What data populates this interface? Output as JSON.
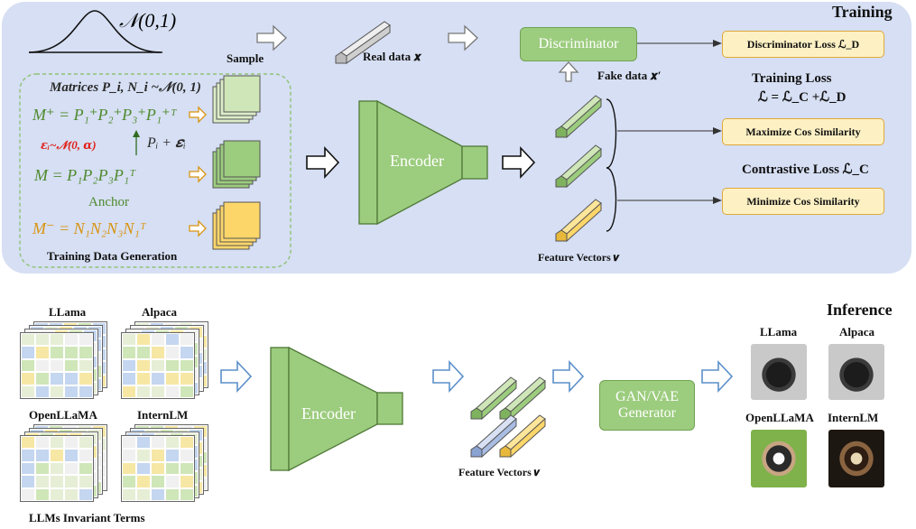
{
  "training": {
    "title": "Training",
    "normal_label": "𝒩(0,1)",
    "sample_label": "Sample",
    "real_data_label": "Real data 𝒙",
    "discriminator_label": "Discriminator",
    "fake_data_label": "Fake data 𝒙′",
    "disc_loss_label": "Discriminator Loss ℒ_D",
    "training_loss_title": "Training Loss",
    "training_loss_eq": "ℒ = ℒ_C +ℒ_D",
    "maximize_label": "Maximize Cos Similarity",
    "contrastive_label": "Contrastive Loss ℒ_C",
    "minimize_label": "Minimize Cos Similarity",
    "encoder_label": "Encoder",
    "feature_vectors_label": "Feature Vectors 𝒗",
    "gen": {
      "matrices_label": "Matrices P_i, N_i ~𝒩(0, 1)",
      "m_plus": "M⁺ = P₁⁺P₂⁺P₃⁺P₁⁺ᵀ",
      "eps_label": "𝜺ᵢ~𝒩(0, 𝜶)",
      "p_plus_eps": "Pᵢ + 𝜺ᵢ",
      "m_anchor": "M = P₁P₂P₃P₁ᵀ",
      "anchor_label": "Anchor",
      "m_minus": "M⁻ = N₁N₂N₃N₁ᵀ",
      "footer": "Training Data Generation"
    }
  },
  "inference": {
    "title": "Inference",
    "models": [
      "LLama",
      "Alpaca",
      "OpenLLaMA",
      "InternLM"
    ],
    "invariant_label": "LLMs Invariant Terms",
    "encoder_label": "Encoder",
    "feature_vectors_label": "Feature Vectors 𝒗",
    "generator_label": "GAN/VAE Generator",
    "output_labels": [
      "LLama",
      "Alpaca",
      "OpenLLaMA",
      "InternLM"
    ]
  },
  "colors": {
    "training_bg": "#d6dff3",
    "inference_bg": "#ececec",
    "green": "#9ccc7e",
    "yellow": "#fdd66a",
    "blue_arrow": "#5b8fc9",
    "eps_red": "#e0211b",
    "text_green": "#4f8a2f",
    "text_orange": "#d99412"
  }
}
